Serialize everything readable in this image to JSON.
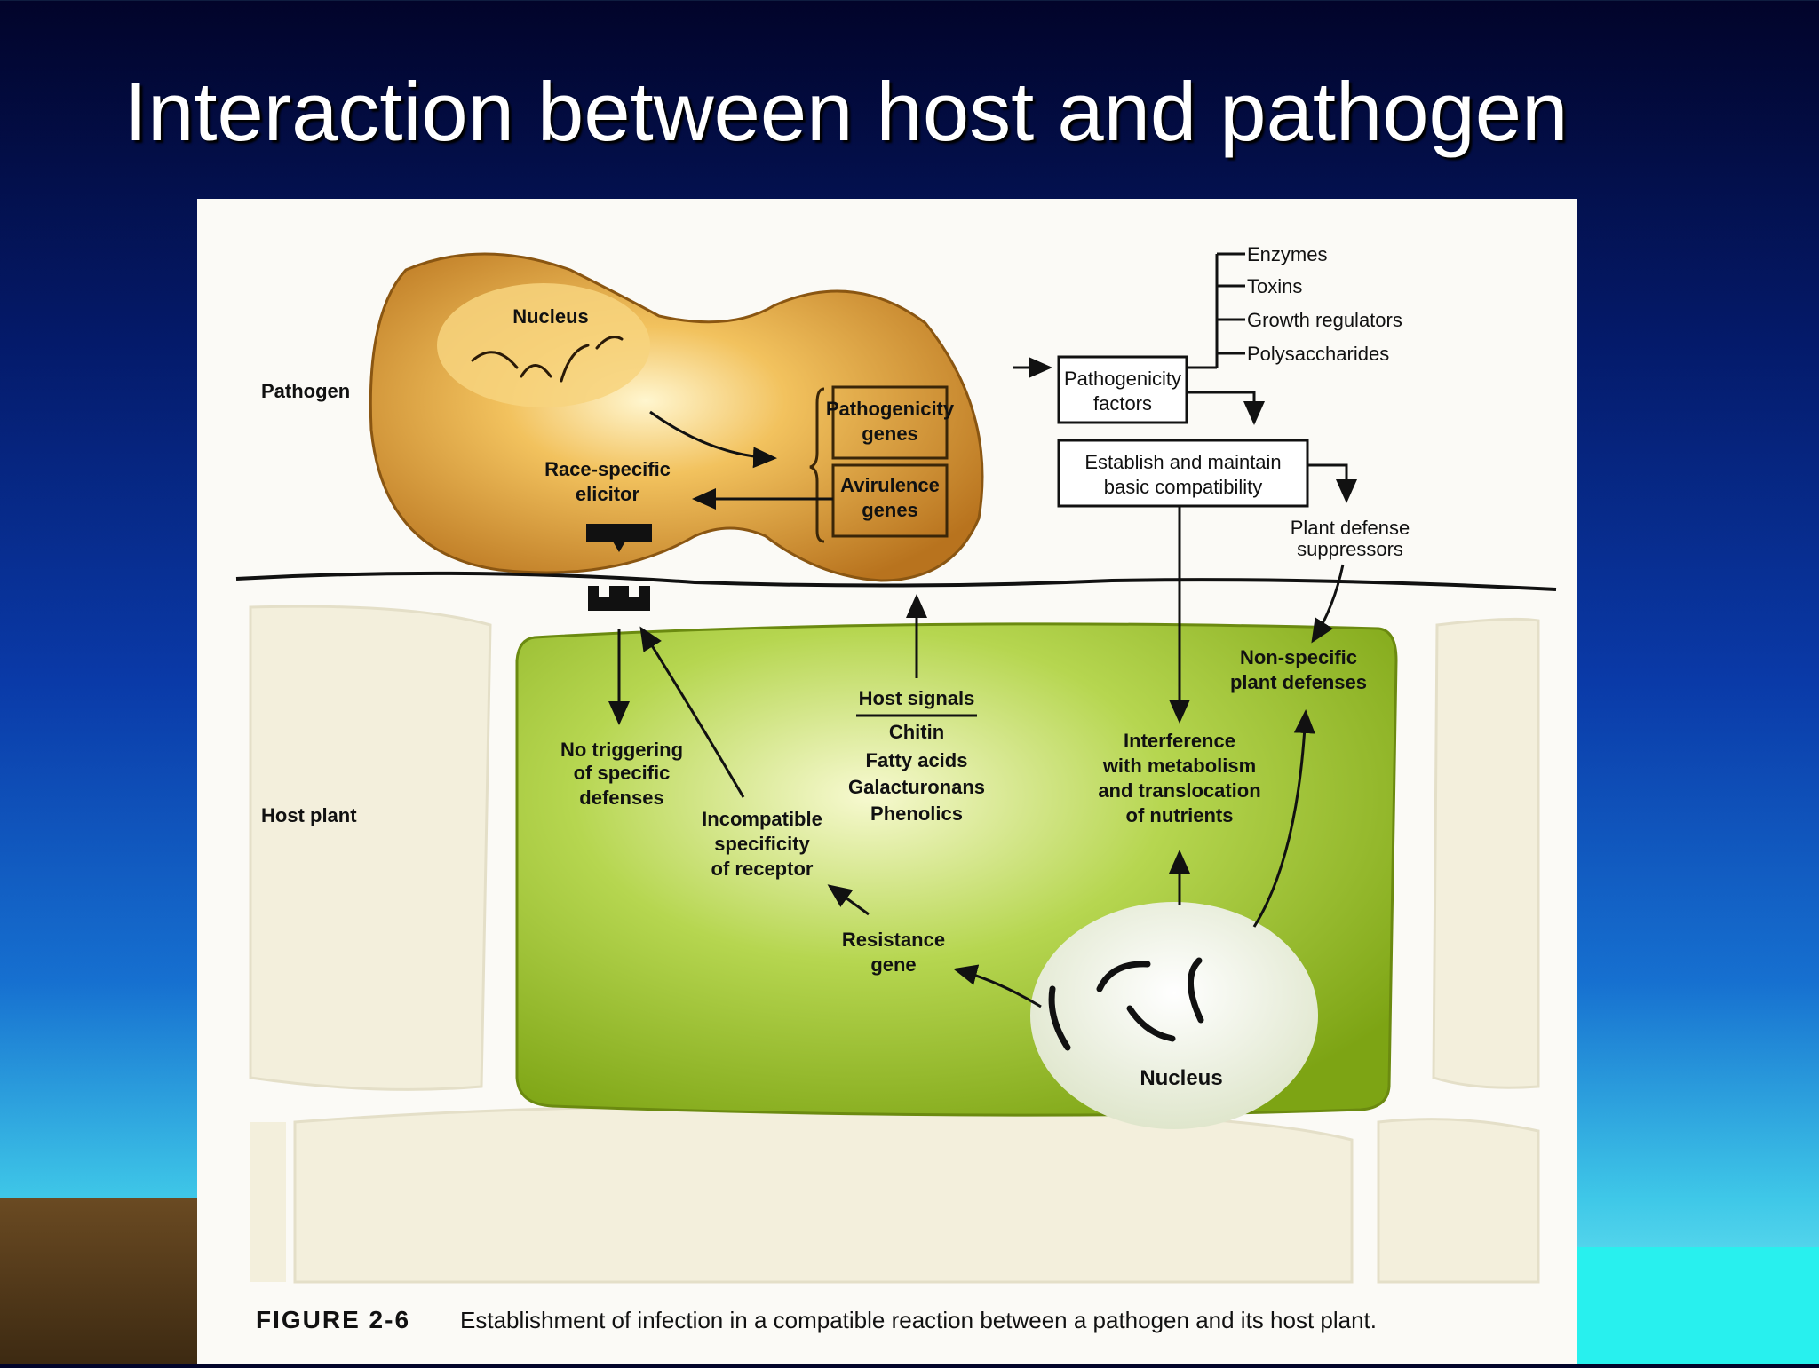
{
  "slide": {
    "title": "Interaction between host and pathogen"
  },
  "figure": {
    "side_labels": {
      "pathogen": "Pathogen",
      "host_plant": "Host plant"
    },
    "pathogen_cell": {
      "nucleus": "Nucleus",
      "pathogenicity_genes": [
        "Pathogenicity",
        "genes"
      ],
      "avirulence_genes": [
        "Avirulence",
        "genes"
      ],
      "race_specific_elicitor": [
        "Race-specific",
        "elicitor"
      ]
    },
    "pathogenicity_factors": [
      "Pathogenicity",
      "factors"
    ],
    "factor_types": [
      "Enzymes",
      "Toxins",
      "Growth regulators",
      "Polysaccharides"
    ],
    "compatibility": [
      "Establish and maintain",
      "basic compatibility"
    ],
    "plant_defense_suppressors": [
      "Plant defense",
      "suppressors"
    ],
    "host_cell": {
      "no_triggering": [
        "No triggering",
        "of specific",
        "defenses"
      ],
      "incompatible": [
        "Incompatible",
        "specificity",
        "of receptor"
      ],
      "host_signals_heading": "Host signals",
      "host_signals": [
        "Chitin",
        "Fatty acids",
        "Galacturonans",
        "Phenolics"
      ],
      "interference": [
        "Interference",
        "with metabolism",
        "and translocation",
        "of nutrients"
      ],
      "non_specific": [
        "Non-specific",
        "plant defenses"
      ],
      "resistance_gene": [
        "Resistance",
        "gene"
      ],
      "nucleus": "Nucleus"
    },
    "caption": {
      "label": "FIGURE 2-6",
      "text": "Establishment of infection in a compatible reaction between a pathogen and its host plant."
    }
  }
}
